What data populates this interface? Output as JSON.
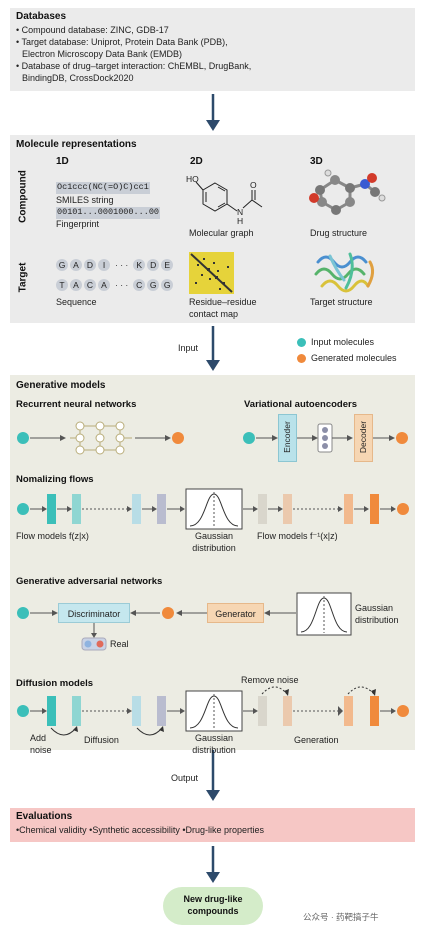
{
  "databases": {
    "title": "Databases",
    "items": [
      "• Compound database: ZINC, GDB-17",
      "• Target database: Uniprot, Protein Data Bank (PDB),",
      "Electron Microscopy Data Bank (EMDB)",
      "• Database of drug–target interaction: ChEMBL, DrugBank,",
      "BindingDB, CrossDock2020"
    ]
  },
  "representations": {
    "title": "Molecule representations",
    "col_1d": "1D",
    "col_2d": "2D",
    "col_3d": "3D",
    "row_compound": "Compound",
    "row_target": "Target",
    "smiles_value": "Oc1ccc(NC(=O)C)cc1",
    "smiles_label": "SMILES string",
    "fingerprint_value": "00101...0001000...00",
    "fingerprint_label": "Fingerprint",
    "molecular_graph_label": "Molecular graph",
    "mol_ho": "HO",
    "mol_n": "N",
    "mol_h": "H",
    "mol_o": "O",
    "drug_structure_label": "Drug structure",
    "seq_row1_left": [
      "G",
      "A",
      "D",
      "I"
    ],
    "seq_row1_right": [
      "K",
      "D",
      "E"
    ],
    "seq_row2_left": [
      "T",
      "A",
      "C",
      "A"
    ],
    "seq_row2_right": [
      "C",
      "G",
      "G"
    ],
    "seq_dots": "· · ·",
    "sequence_label": "Sequence",
    "contact_map_label": "Residue–residue contact map",
    "target_structure_label": "Target structure"
  },
  "arrow_input_label": "Input",
  "legend": {
    "input": "Input molecules",
    "generated": "Generated molecules",
    "input_color": "#3bbfb9",
    "generated_color": "#f08a3c"
  },
  "generative": {
    "title": "Generative models",
    "rnn_title": "Recurrent neural networks",
    "vae_title": "Variational autoencoders",
    "encoder": "Encoder",
    "decoder": "Decoder",
    "nf_title": "Nomalizing flows",
    "flow_models_fwd": "Flow models f(z|x)",
    "gaussian": "Gaussian distribution",
    "flow_models_inv": "Flow models f⁻¹(x|z)",
    "gan_title": "Generative adversarial networks",
    "discriminator": "Discriminator",
    "generator": "Generator",
    "real": "Real",
    "gan_gaussian": "Gaussian distribution",
    "diff_title": "Diffusion models",
    "remove_noise": "Remove noise",
    "add_noise": "Add noise",
    "diffusion": "Diffusion",
    "diff_gaussian": "Gaussian distribution",
    "generation": "Generation"
  },
  "arrow_output_label": "Output",
  "evaluations": {
    "title": "Evaluations",
    "items": "•Chemical validity •Synthetic accessibility •Drug-like properties"
  },
  "final": "New drug-like compounds",
  "watermark": "公众号 · 药靶搞子牛"
}
